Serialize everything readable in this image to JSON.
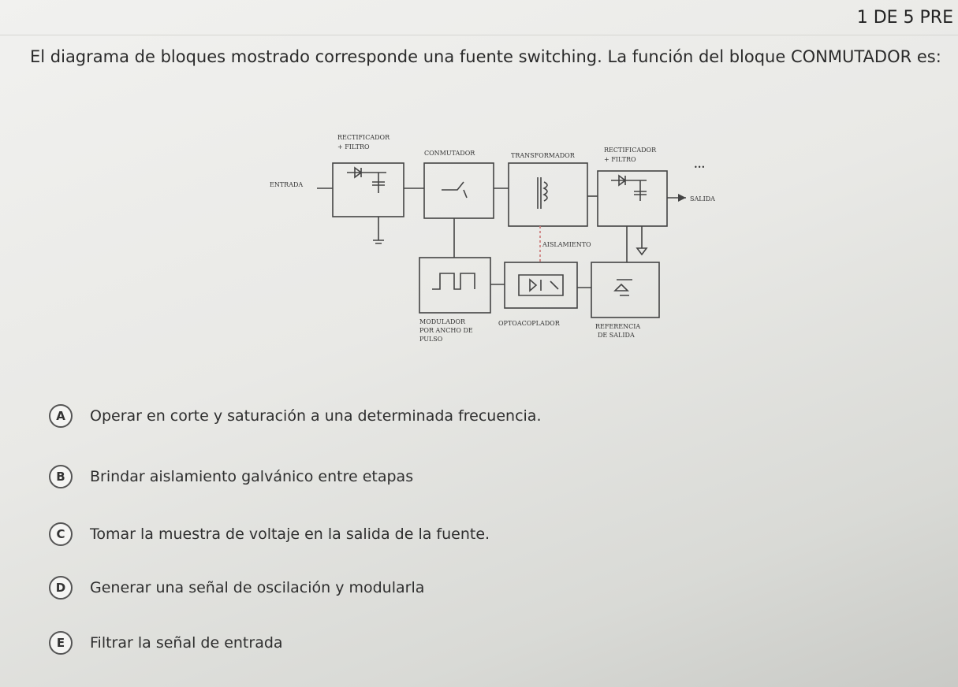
{
  "header": {
    "page_counter": "1 DE 5 PRE"
  },
  "question": {
    "text": "El diagrama de bloques mostrado corresponde una fuente switching. La función del bloque CONMUTADOR es:"
  },
  "diagram": {
    "labels": {
      "rectificador_filtro_1": "RECTIFICADOR",
      "rectificador_filtro_1b": "+ FILTRO",
      "conmutador": "CONMUTADOR",
      "transformador": "TRANSFORMADOR",
      "rectificador_filtro_2": "RECTIFICADOR",
      "rectificador_filtro_2b": "+ FILTRO",
      "entrada": "ENTRADA",
      "salida": "SALIDA",
      "aislamiento": "AISLAMIENTO",
      "modulador_1": "MODULADOR",
      "modulador_2": "POR ANCHO DE",
      "modulador_3": "PULSO",
      "optoacoplador": "OPTOACOPLADOR",
      "referencia_1": "REFERENCIA",
      "referencia_2": "DE SALIDA",
      "dots": "•••"
    }
  },
  "options": [
    {
      "letter": "A",
      "text": "Operar en corte y saturación a una determinada frecuencia."
    },
    {
      "letter": "B",
      "text": "Brindar aislamiento galvánico entre etapas"
    },
    {
      "letter": "C",
      "text": "Tomar la muestra de voltaje en la salida de la fuente."
    },
    {
      "letter": "D",
      "text": "Generar una señal de oscilación y modularla"
    },
    {
      "letter": "E",
      "text": "Filtrar la señal de entrada"
    }
  ]
}
